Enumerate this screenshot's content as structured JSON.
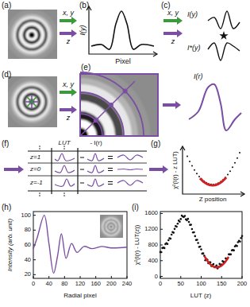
{
  "diagram": {
    "labels": [
      "(a)",
      "x, y",
      "z",
      "(b)",
      "I(y)",
      "Pixel",
      "(c)",
      "x, y",
      "z",
      "I(y)",
      "I*(y)",
      "(d)",
      "x, y",
      "z",
      "(e)",
      "I(r)",
      "(f)",
      "LUT",
      "- I(r)",
      "z=1",
      "z=0",
      "z=-1",
      "(g)",
      "χ²(I(r) - z LUT)",
      "Z position",
      "(h)",
      "Intensity (arb. unit)",
      "Radial pixel",
      "0",
      "40",
      "80",
      "120",
      "160",
      "200",
      "240",
      "20",
      "40",
      "60",
      "80",
      "100",
      "(i)",
      "χ²(I(r) - LUT(z))",
      "LUT (z)",
      "0",
      "50",
      "100",
      "150",
      "200",
      "0",
      "400",
      "800",
      "1200",
      "1600"
    ]
  }
}
